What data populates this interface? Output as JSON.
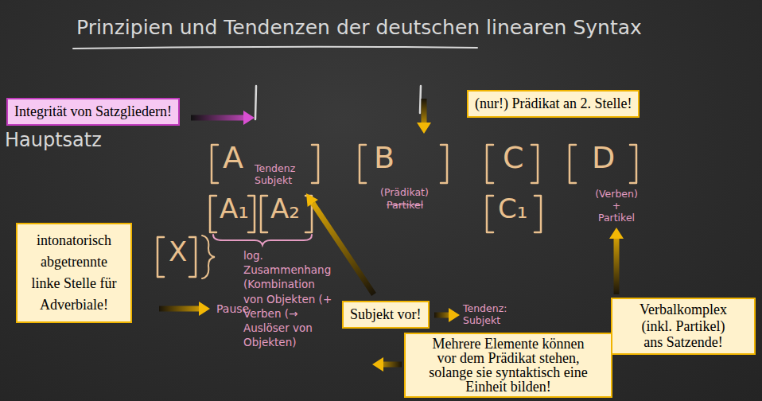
{
  "diagram": {
    "title": "Prinzipien und Tendenzen der deutschen linearen Syntax",
    "nodes": [
      {
        "text": [
          "Integrität von Satzgliedern!"
        ]
      },
      {
        "text": [
          "(nur!) Prädikat an 2. Stelle!"
        ]
      },
      {
        "text": [
          "intonatorisch abgetrennte linke Stelle für Adverbiale!"
        ]
      },
      {
        "text": [
          "Subjekt vor!"
        ]
      },
      {
        "text": [
          "Verbalkomplex (inkl. Partikel) ans Satzende!"
        ]
      },
      {
        "text": [
          "Mehrere Elemente können vor dem Prädikat stehen, solange sie syntaktisch eine Einheit bilden!"
        ]
      }
    ],
    "labels": [
      "Hauptsatz",
      "A",
      "Tendenz Subjekt",
      "B",
      "(Prädikat)",
      "Partikel",
      "C",
      "D",
      "(Verben) + Partikel",
      "A₁",
      "A₂",
      "C₁",
      "Tendenz: Subjekt",
      "X",
      "log. Zusammenhang (Kombination von Objekten (+ Verben (→ Auslöser von Objekten)",
      "Pause"
    ]
  }
}
